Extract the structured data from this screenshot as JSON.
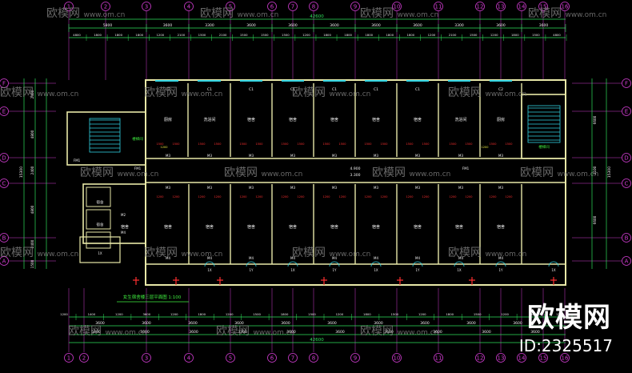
{
  "watermark": {
    "brand": "欧模网",
    "site": "www.om.cn",
    "id": "ID:2325517"
  },
  "colors": {
    "wall": "#e8e8a8",
    "dim": "#2ee05a",
    "grid_top": "#d03cd0",
    "grid_side": "#d03cd0",
    "text": "#f0f0f0",
    "green": "#40f040",
    "yellow": "#f0f040",
    "cyan": "#30d0e0",
    "red": "#ff3030",
    "door": "#f0f0f0"
  },
  "axes_top": [
    "1",
    "2",
    "3",
    "4",
    "5",
    "6",
    "7",
    "8",
    "9",
    "10",
    "11",
    "12",
    "13",
    "14",
    "15",
    "16"
  ],
  "axes_bottom": [
    "1",
    "2",
    "3",
    "4",
    "5",
    "6",
    "7",
    "8",
    "9",
    "10",
    "11",
    "12",
    "13",
    "14",
    "15",
    "16"
  ],
  "axes_left": [
    "F",
    "E",
    "D",
    "C",
    "B",
    "A"
  ],
  "axes_right": [
    "F",
    "E",
    "D",
    "C",
    "B",
    "A"
  ],
  "dims": {
    "overall_top": "42600",
    "overall_bottom": "42600",
    "top_row2": [
      "5800",
      "3600",
      "3300",
      "3600",
      "3600",
      "3600",
      "3600",
      "3600",
      "3300",
      "3600",
      "3600"
    ],
    "top_row3": [
      "4800",
      "1800",
      "1800",
      "1800",
      "1200",
      "2100",
      "1500",
      "2100",
      "1500",
      "1500",
      "1500",
      "1200",
      "1800",
      "1800",
      "1800",
      "1800",
      "1800",
      "1200",
      "2100",
      "1500",
      "1200",
      "1800",
      "1500",
      "4800"
    ],
    "bottom_row1": [
      "1200",
      "1400",
      "1200",
      "3600",
      "1200",
      "1800",
      "1200",
      "1500",
      "1800",
      "1500",
      "1200",
      "1800",
      "1500",
      "1200",
      "1800",
      "1500",
      "1200",
      "1800",
      "1200"
    ],
    "bottom_row2": [
      "3600",
      "3600",
      "3600",
      "3600",
      "3600",
      "3600",
      "3600",
      "3600",
      "3600",
      "3600"
    ],
    "bottom_row3": [
      "5800",
      "3600",
      "3600",
      "3300",
      "3600",
      "3600",
      "3600",
      "3600",
      "3600",
      "3600"
    ],
    "left_outer": "15300",
    "left_inner": [
      "2400",
      "4800",
      "2400",
      "4800",
      "2400",
      "1500"
    ],
    "right_outer": "15300",
    "right_inner": [
      "6600",
      "2100",
      "6600"
    ]
  },
  "rooms_top": [
    "厨房",
    "洗浴间",
    "宿舍",
    "宿舍",
    "宿舍",
    "宿舍",
    "宿舍",
    "洗浴间",
    "厨房"
  ],
  "rooms_bottom": [
    "宿舍",
    "宿舍",
    "宿舍",
    "宿舍",
    "宿舍",
    "宿舍",
    "宿舍",
    "宿舍",
    "宿舍",
    "宿舍"
  ],
  "labels": {
    "corridor_level": "4.900",
    "corridor_level2": "3.300",
    "stair_left": "楼梯间",
    "stair_right": "楼梯间",
    "window_c1": "C1",
    "window_c2": "C2",
    "door_m1": "M1",
    "door_m2": "M2",
    "door_m3": "M3",
    "door_m4": "M4",
    "door_fm1": "FM1",
    "tag_1x": "1X",
    "tag_1y": "1Y",
    "bottom_note": "女生宿舍楼三层平面图  1:100"
  }
}
